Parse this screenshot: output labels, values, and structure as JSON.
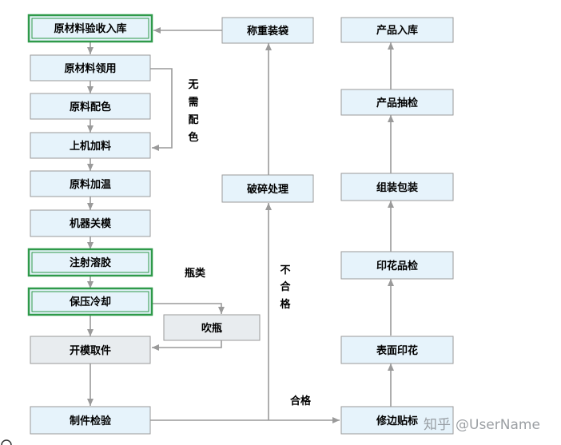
{
  "colors": {
    "box_fill": "#e6f3fb",
    "box_fill_gray": "#e8ecef",
    "box_border": "#9a9a9a",
    "highlight_border": "#2f9a4a",
    "arrow": "#9a9a9a",
    "text": "#000000"
  },
  "boxes": {
    "raw_in": "原材料验收入库",
    "raw_use": "原材料领用",
    "color_mix": "原料配色",
    "feed": "上机加料",
    "heat": "原料加温",
    "close_mold": "机器关模",
    "inject": "注射溶胶",
    "cool": "保压冷却",
    "blow": "吹瓶",
    "open_mold": "开模取件",
    "inspect": "制件检验",
    "weigh": "称重装袋",
    "crush": "破碎处理",
    "trim": "修边贴标",
    "print": "表面印花",
    "print_check": "印花品检",
    "assemble": "组装包装",
    "sample": "产品抽检",
    "store": "产品入库"
  },
  "labels": {
    "no_color_chars": [
      "无",
      "需",
      "配",
      "色"
    ],
    "bottle": "瓶类",
    "fail_chars": [
      "不",
      "合",
      "格"
    ],
    "pass": "合格"
  },
  "watermark": {
    "brand": "知乎",
    "user": "@UserName"
  }
}
